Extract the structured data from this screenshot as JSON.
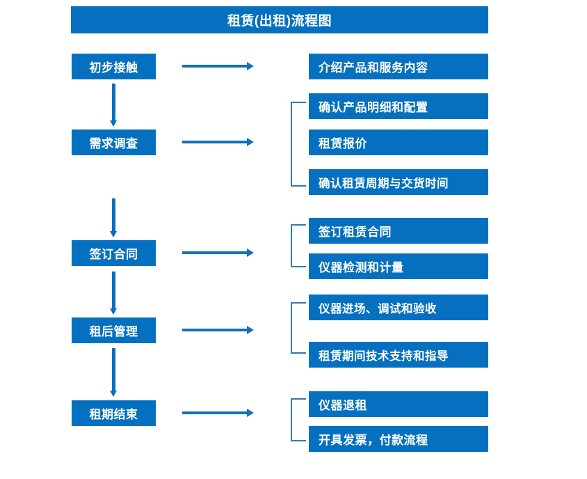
{
  "diagram": {
    "title": "租赁(出租)流程图",
    "accent_color": "#0570c0",
    "bracket_color": "#2b7cb8",
    "arrow_color": "#0c72bd",
    "stages": [
      {
        "label": "初步接触"
      },
      {
        "label": "需求调查"
      },
      {
        "label": "签订合同"
      },
      {
        "label": "租后管理"
      },
      {
        "label": "租期结束"
      }
    ],
    "details": [
      {
        "label": "介绍产品和服务内容"
      },
      {
        "label": "确认产品明细和配置"
      },
      {
        "label": "租赁报价"
      },
      {
        "label": "确认租赁周期与交货时间"
      },
      {
        "label": "签订租赁合同"
      },
      {
        "label": "仪器检测和计量"
      },
      {
        "label": "仪器进场、调试和验收"
      },
      {
        "label": "租赁期间技术支持和指导"
      },
      {
        "label": "仪器退租"
      },
      {
        "label": "开具发票，付款流程"
      }
    ]
  }
}
